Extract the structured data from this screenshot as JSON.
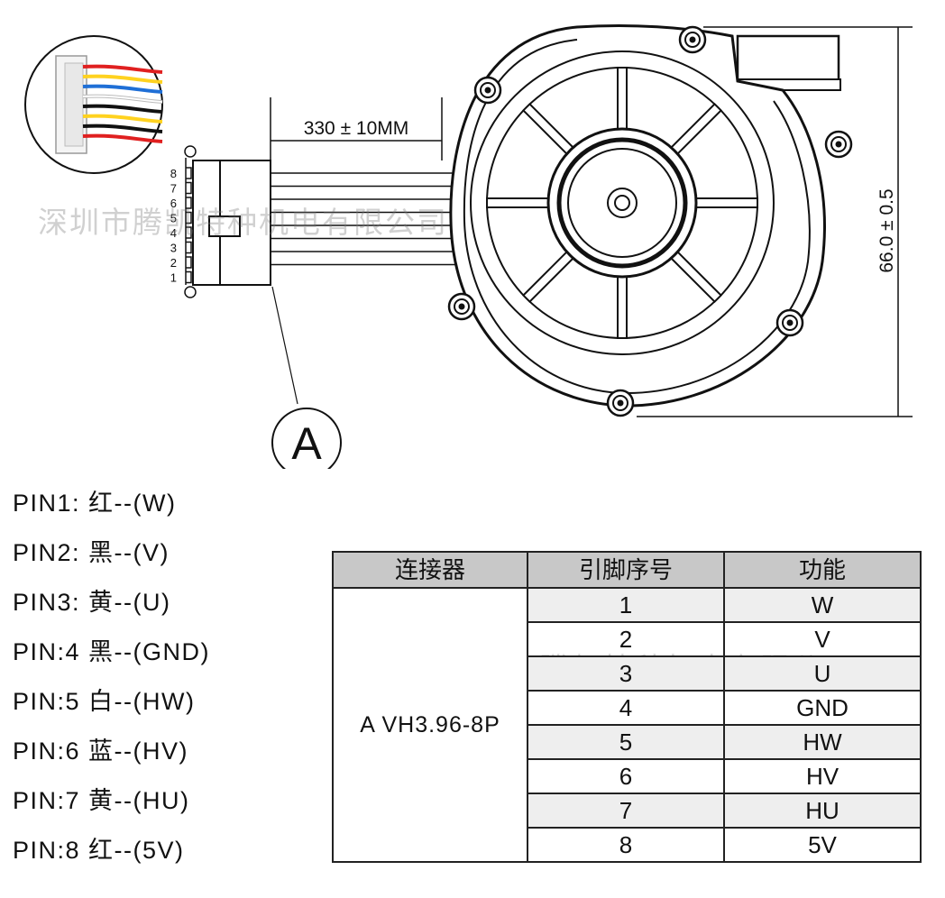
{
  "drawing": {
    "cable_length": "330 ± 10MM",
    "height_dim": "66.0 ± 0.5",
    "callout": "A",
    "pin_numbers": [
      "8",
      "7",
      "6",
      "5",
      "4",
      "3",
      "2",
      "1"
    ],
    "wire_colors": [
      "#e02020",
      "#ffd21f",
      "#1f6fd6",
      "#ffffff",
      "#111111",
      "#ffd21f",
      "#111111",
      "#e02020"
    ]
  },
  "watermark": "深圳市腾凯特种机电有限公司",
  "pin_list": [
    "PIN1: 红--(W)",
    "PIN2: 黑--(V)",
    "PIN3: 黄--(U)",
    "PIN:4 黑--(GND)",
    "PIN:5 白--(HW)",
    "PIN:6 蓝--(HV)",
    "PIN:7 黄--(HU)",
    "PIN:8 红--(5V)"
  ],
  "table": {
    "headers": [
      "连接器",
      "引脚序号",
      "功能"
    ],
    "connector": "A VH3.96-8P",
    "rows": [
      {
        "pin": "1",
        "func": "W"
      },
      {
        "pin": "2",
        "func": "V"
      },
      {
        "pin": "3",
        "func": "U"
      },
      {
        "pin": "4",
        "func": "GND"
      },
      {
        "pin": "5",
        "func": "HW"
      },
      {
        "pin": "6",
        "func": "HV"
      },
      {
        "pin": "7",
        "func": "HU"
      },
      {
        "pin": "8",
        "func": "5V"
      }
    ]
  }
}
